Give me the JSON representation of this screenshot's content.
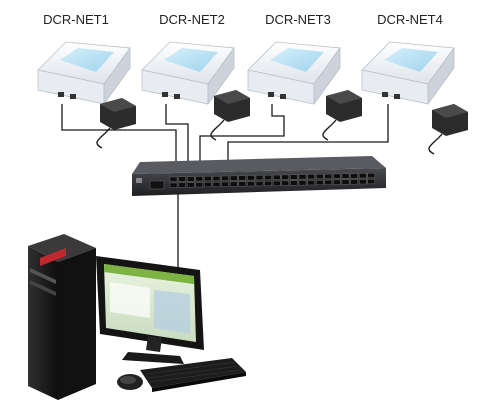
{
  "readers": [
    {
      "label": "DCR-NET1"
    },
    {
      "label": "DCR-NET2"
    },
    {
      "label": "DCR-NET3"
    },
    {
      "label": "DCR-NET4"
    }
  ],
  "colors": {
    "reader_body": "#f4f6f8",
    "reader_panel": "#bfe4f5",
    "adapter": "#2c2c2c",
    "switch": "#2f3034",
    "cable": "#1a1a1a",
    "pc_tower": "#1c1c1c",
    "pc_accent": "#c0282d",
    "monitor": "#141414"
  },
  "icons": [
    "rfid-reader-icon",
    "power-adapter-icon",
    "network-switch-icon",
    "desktop-pc-icon",
    "monitor-icon",
    "keyboard-icon",
    "mouse-icon"
  ]
}
